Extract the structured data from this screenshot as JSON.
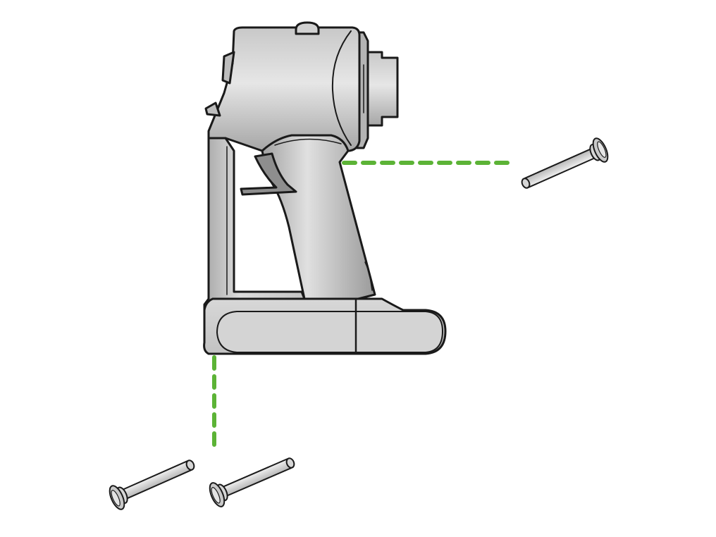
{
  "diagram": {
    "subject": "handheld-vacuum-main-body",
    "parts": [
      {
        "id": "main-body",
        "kind": "housing"
      },
      {
        "id": "screw-right",
        "kind": "screw"
      },
      {
        "id": "screw-bottom-left",
        "kind": "screw"
      },
      {
        "id": "screw-bottom-center",
        "kind": "screw"
      }
    ],
    "guides": [
      {
        "id": "guide-horizontal",
        "style": "dashed",
        "links": [
          "main-body",
          "screw-right"
        ]
      },
      {
        "id": "guide-vertical",
        "style": "dashed",
        "links": [
          "main-body",
          "screw-bottom-center"
        ]
      }
    ]
  },
  "colors": {
    "background": "#ffffff",
    "outline": "#1a1a1a",
    "body_light": "#e4e4e4",
    "body_mid": "#c9c9c9",
    "body_dark": "#9e9e9e",
    "screw_fill": "#d6d6d6",
    "guide_line": "#5cb336"
  }
}
